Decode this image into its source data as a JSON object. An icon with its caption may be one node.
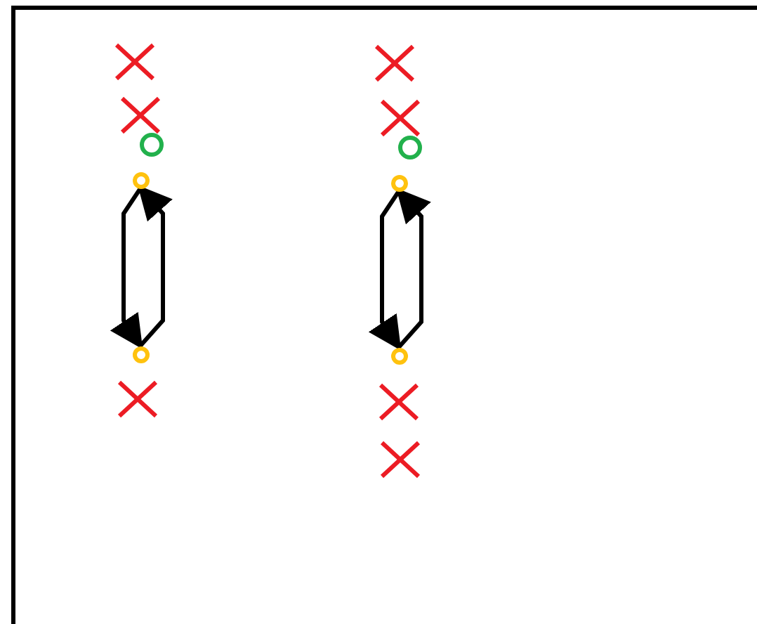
{
  "diagram": {
    "nodes": [
      {
        "text": [],
        "shape": "cross"
      },
      {
        "text": [],
        "shape": "cross"
      },
      {
        "text": [],
        "shape": "circle"
      },
      {
        "text": [],
        "shape": "circle"
      },
      {
        "text": [],
        "shape": "circle"
      },
      {
        "text": [],
        "shape": "cross"
      },
      {
        "text": [],
        "shape": "cross"
      },
      {
        "text": [],
        "shape": "cross"
      },
      {
        "text": [],
        "shape": "circle"
      },
      {
        "text": [],
        "shape": "circle"
      },
      {
        "text": [],
        "shape": "circle"
      },
      {
        "text": [],
        "shape": "cross"
      },
      {
        "text": [],
        "shape": "cross"
      }
    ],
    "edges": [
      {
        "from": 3,
        "to": 4,
        "arrow": "to"
      },
      {
        "from": 4,
        "to": 3,
        "arrow": "to"
      },
      {
        "from": 9,
        "to": 10,
        "arrow": "to"
      },
      {
        "from": 10,
        "to": 9,
        "arrow": "to"
      }
    ]
  }
}
